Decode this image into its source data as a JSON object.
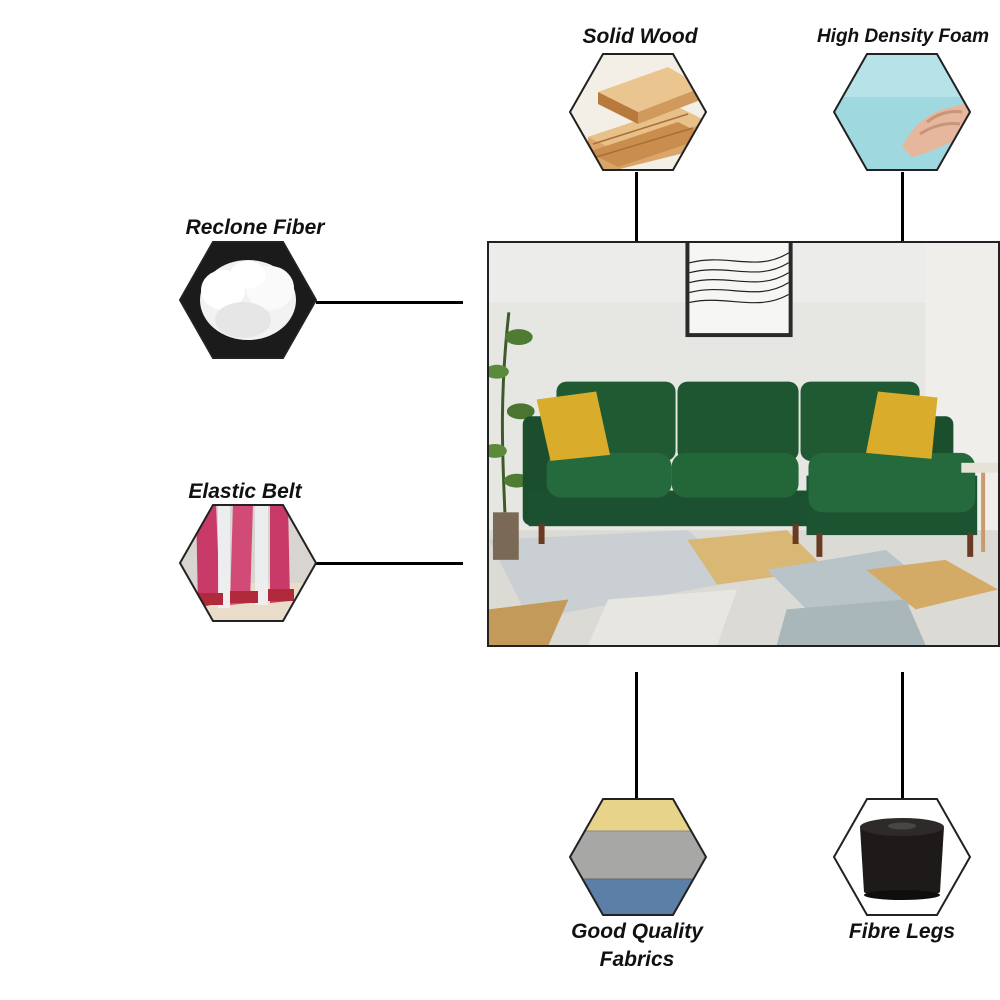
{
  "features": {
    "solid_wood": {
      "label": "Solid Wood",
      "icon": "wood-planks-icon"
    },
    "high_density_foam": {
      "label": "High Density Foam",
      "icon": "foam-block-icon"
    },
    "reclone_fiber": {
      "label": "Reclone Fiber",
      "icon": "fiber-fluff-icon"
    },
    "elastic_belt": {
      "label": "Elastic Belt",
      "icon": "elastic-belt-icon"
    },
    "good_quality_fabrics": {
      "label_line1": "Good Quality",
      "label_line2": "Fabrics",
      "icon": "fabric-swatches-icon"
    },
    "fibre_legs": {
      "label": "Fibre Legs",
      "icon": "sofa-leg-icon"
    }
  },
  "product_image": {
    "icon": "green-l-shaped-sofa-image"
  },
  "colors": {
    "sofa_green": "#1f5a33",
    "pillow_yellow": "#d9ac2b",
    "wall": "#e6e6e3",
    "connector": "#000000"
  }
}
